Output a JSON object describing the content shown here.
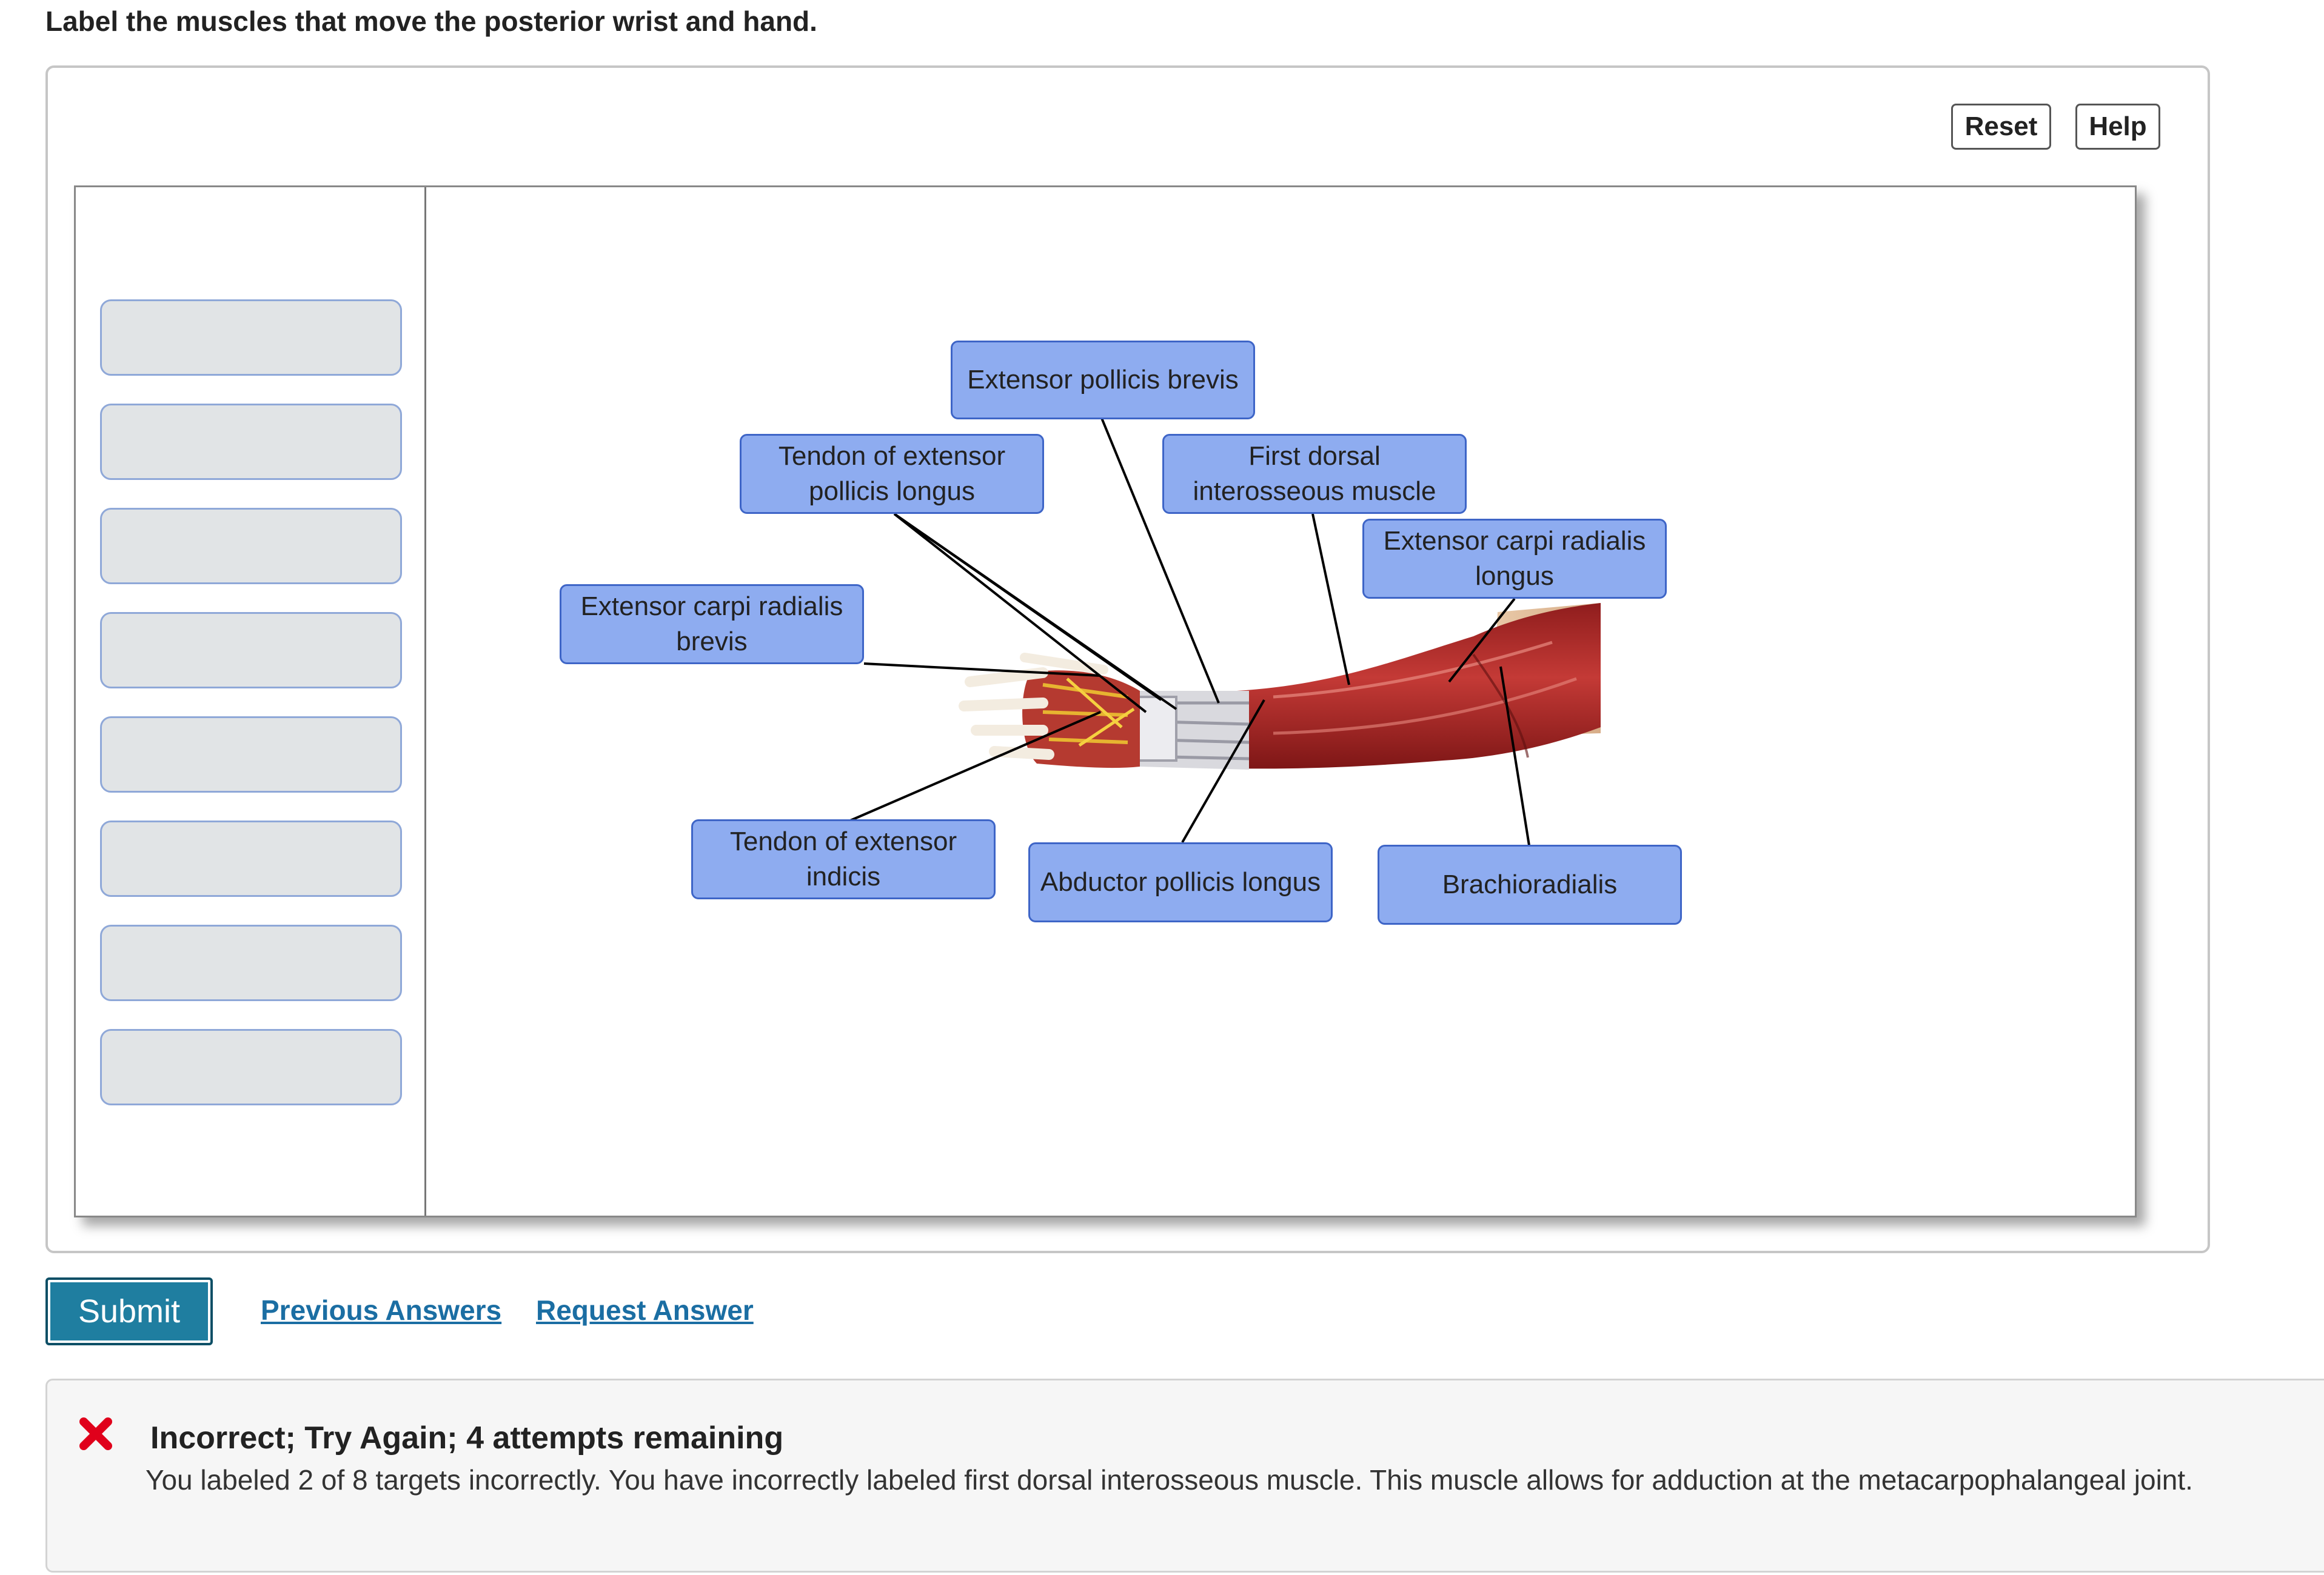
{
  "prompt": "Label the muscles that move the posterior wrist and hand.",
  "toolbar": {
    "reset_label": "Reset",
    "help_label": "Help"
  },
  "tray": {
    "empty_slot_count": 8
  },
  "labels": {
    "extensor_pollicis_brevis": "Extensor pollicis brevis",
    "tendon_extensor_pollicis_longus": "Tendon of extensor\npollicis longus",
    "first_dorsal_interosseous": "First dorsal\ninterosseous muscle",
    "extensor_carpi_radialis_longus": "Extensor carpi radialis\nlongus",
    "extensor_carpi_radialis_brevis": "Extensor carpi radialis\nbrevis",
    "tendon_extensor_indicis": "Tendon of extensor\nindicis",
    "abductor_pollicis_longus": "Abductor pollicis longus",
    "brachioradialis": "Brachioradialis"
  },
  "actions": {
    "submit_label": "Submit",
    "previous_answers_label": "Previous Answers",
    "request_answer_label": "Request Answer"
  },
  "feedback": {
    "status_icon": "x-icon",
    "title": "Incorrect; Try Again; 4 attempts remaining",
    "message": "You labeled 2 of 8 targets incorrectly. You have incorrectly labeled first dorsal interosseous muscle. This muscle allows for adduction at the metacarpophalangeal joint."
  },
  "colors": {
    "label_fill": "#8eacf0",
    "label_border": "#3e65c7",
    "submit": "#1f7ea0",
    "link": "#1b6ea3",
    "error": "#e0001b"
  }
}
